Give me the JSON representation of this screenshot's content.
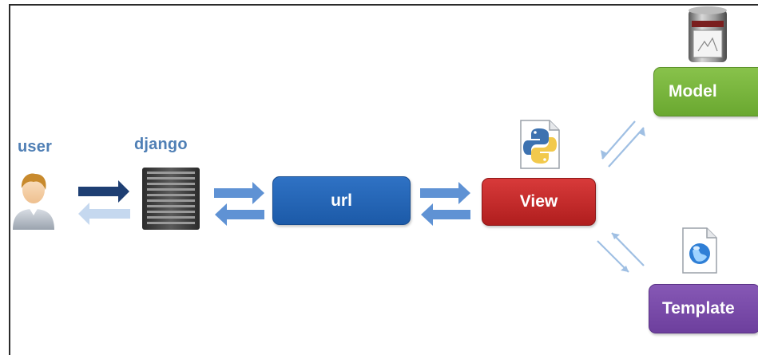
{
  "nodes": {
    "user_label": "user",
    "django_label": "django",
    "url_label": "url",
    "view_label": "View",
    "model_label": "Model",
    "template_label": "Template"
  },
  "colors": {
    "label_blue": "#4f7fb5",
    "url_blue": "#1f62b4",
    "view_red": "#c52a2a",
    "model_green": "#79b63c",
    "template_purple": "#7a4aa8",
    "arrow_dark": "#1e3f73",
    "arrow_light": "#7fa6d8",
    "arrow_pale": "#c5d8ef"
  },
  "icons": {
    "user": "user-avatar-icon",
    "django": "server-rack-icon",
    "view": "python-file-icon",
    "model": "database-icon",
    "template": "web-page-icon"
  }
}
